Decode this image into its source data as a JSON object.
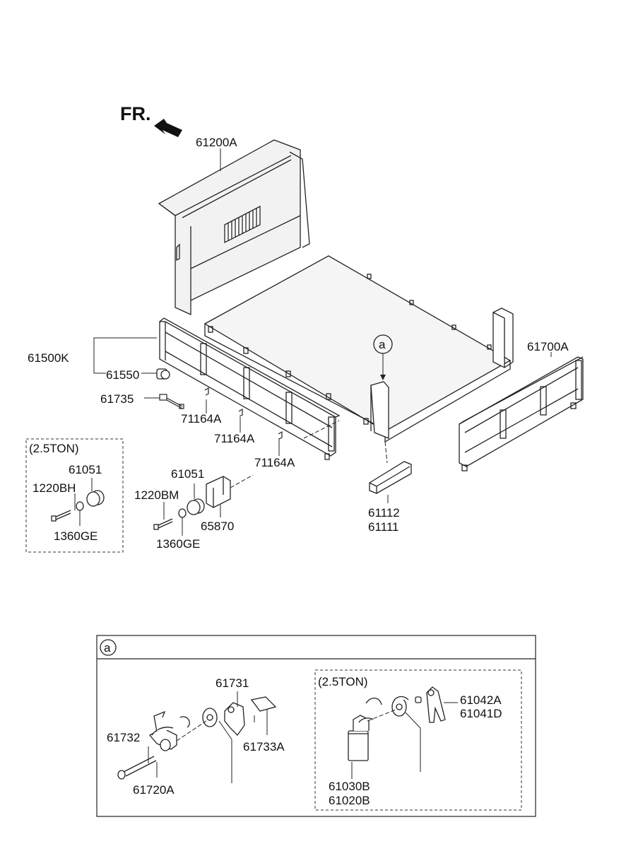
{
  "diagram": {
    "direction_label": "FR.",
    "callout_letter": "a",
    "variant_label": "(2.5TON)",
    "parts": {
      "headboard": "61200A",
      "side_gate_assy": "61500K",
      "gate_bumper": "61550",
      "gate_hinge_pin": "61735",
      "clip_1": "71164A",
      "clip_2": "71164A",
      "clip_3": "71164A",
      "rear_gate": "61700A",
      "cushion_left": "61051",
      "bolt_left": "1220BH",
      "washer_left": "1360GE",
      "cushion_mid": "61051",
      "bolt_mid": "1220BM",
      "washer_mid": "1360GE",
      "bracket": "65870",
      "stay_upper": "61112",
      "stay_lower": "61111"
    },
    "detail": {
      "callout_letter": "a",
      "variant_label": "(2.5TON)",
      "parts": {
        "hinge_plate": "61731",
        "hinge_pin": "61732",
        "pad": "61733A",
        "hinge_bracket": "61720A",
        "lever_upper": "61042A",
        "lever_lower": "61041D",
        "block_upper": "61030B",
        "block_lower": "61020B"
      }
    }
  }
}
